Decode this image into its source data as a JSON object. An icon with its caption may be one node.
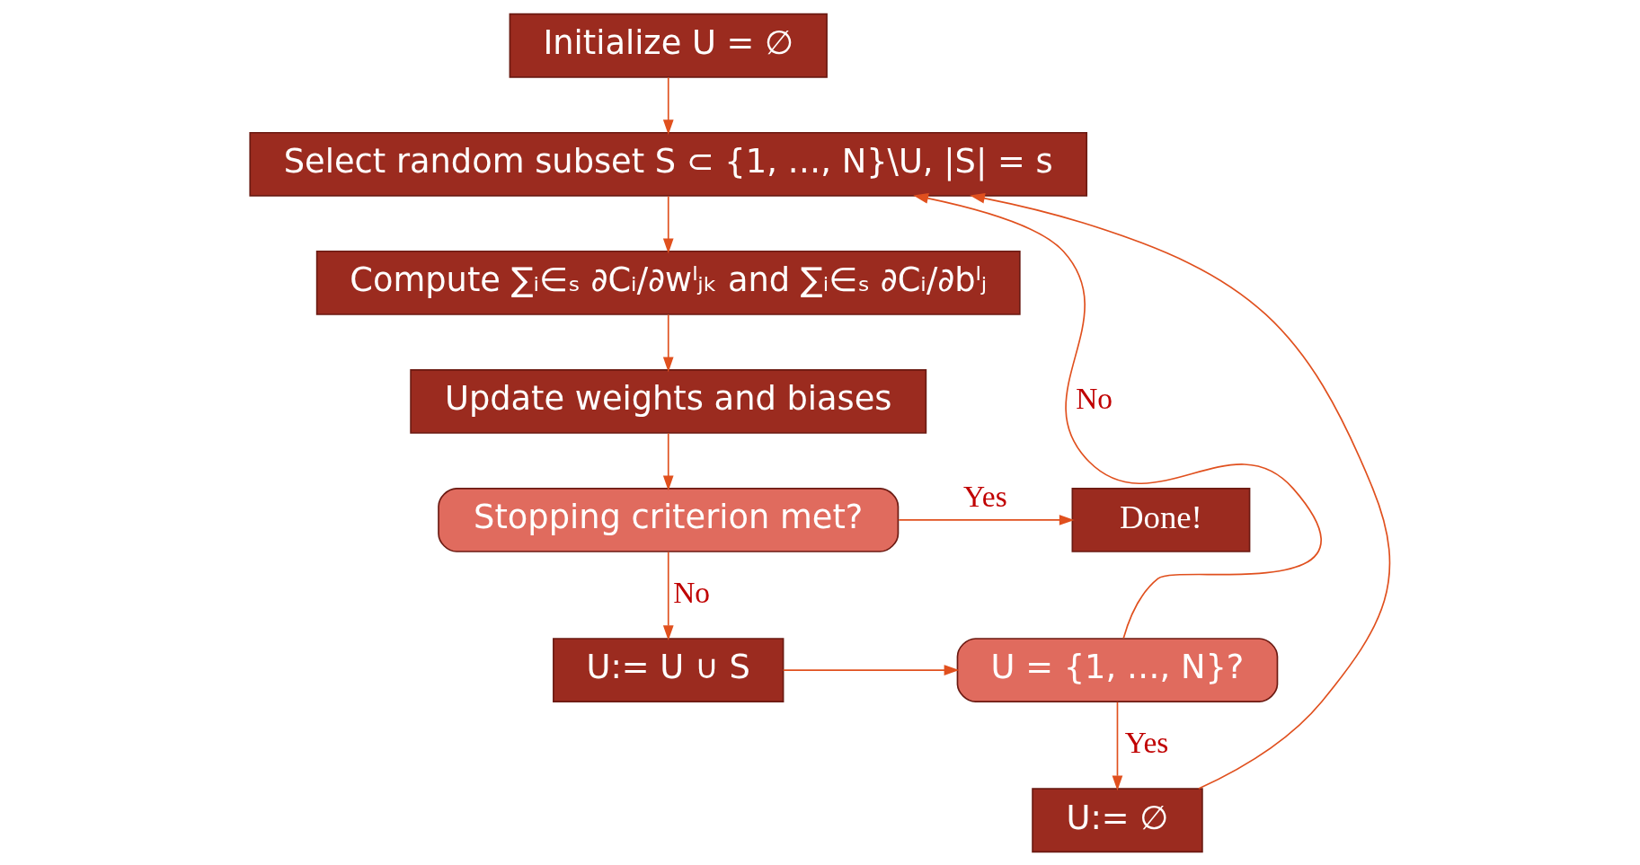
{
  "diagram": {
    "nodes": [
      {
        "text": [
          "Initialize U = ∅"
        ]
      },
      {
        "text": [
          "Select random subset S ⊂ {1, …, N}\\U, |S| = s"
        ]
      },
      {
        "text": [
          "Compute ∑ᵢ∈ₛ ∂Cᵢ/∂wˡⱼₖ and ∑ᵢ∈ₛ ∂Cᵢ/∂bˡⱼ"
        ]
      },
      {
        "text": [
          "Update weights and biases"
        ]
      },
      {
        "text": [
          "Stopping criterion met?"
        ]
      },
      {
        "text": [
          "Done!"
        ]
      },
      {
        "text": [
          "U:= U ∪ S"
        ]
      },
      {
        "text": [
          "U = {1, …, N}?"
        ]
      },
      {
        "text": [
          "U:= ∅"
        ]
      }
    ],
    "edges": [
      {
        "from": 0,
        "to": 1,
        "arrow": "to"
      },
      {
        "from": 1,
        "to": 2,
        "arrow": "to"
      },
      {
        "from": 2,
        "to": 3,
        "arrow": "to"
      },
      {
        "from": 3,
        "to": 4,
        "arrow": "to"
      },
      {
        "from": 4,
        "to": 5,
        "arrow": "to",
        "label": "Yes"
      },
      {
        "from": 4,
        "to": 6,
        "arrow": "to",
        "label": "No"
      },
      {
        "from": 6,
        "to": 7,
        "arrow": "to"
      },
      {
        "from": 7,
        "to": 8,
        "arrow": "to",
        "label": "Yes"
      },
      {
        "from": 8,
        "to": 1,
        "arrow": "to"
      },
      {
        "from": 7,
        "to": 1,
        "arrow": "to",
        "label": "No"
      }
    ]
  }
}
